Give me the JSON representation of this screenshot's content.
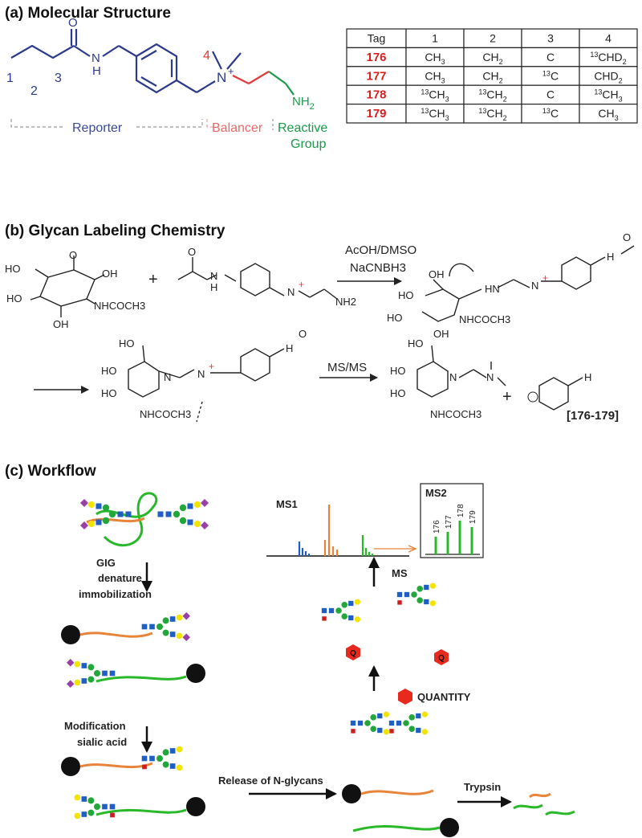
{
  "section_a": {
    "title": "(a) Molecular Structure",
    "atom_O": "O",
    "atom_N": "N",
    "atom_H": "H",
    "atom_Nplus": "N",
    "plus": "+",
    "atom_NH2": "NH",
    "sub2": "2",
    "num1": "1",
    "num2": "2",
    "num3": "3",
    "num4": "4",
    "label_reporter": "Reporter",
    "label_balancer": "Balancer",
    "label_reactive_1": "Reactive",
    "label_reactive_2": "Group",
    "colors": {
      "reporter": "#2c3a8c",
      "balancer": "#e03a3a",
      "reactive": "#1a9a4a"
    }
  },
  "table": {
    "headers": [
      "Tag",
      "1",
      "2",
      "3",
      "4"
    ],
    "rows": [
      {
        "tag": "176",
        "c1": "CH3",
        "c2": "CH2",
        "c3": "C",
        "c4": "13CHD2"
      },
      {
        "tag": "177",
        "c1": "CH3",
        "c2": "CH2",
        "c3": "13C",
        "c4": "CHD2"
      },
      {
        "tag": "178",
        "c1": "13CH3",
        "c2": "13CH2",
        "c3": "C",
        "c4": "13CH3"
      },
      {
        "tag": "179",
        "c1": "13CH3",
        "c2": "13CH2",
        "c3": "13C",
        "c4": "CH3"
      }
    ]
  },
  "section_b": {
    "title": "(b) Glycan Labeling Chemistry",
    "reagent_1": "AcOH/DMSO",
    "reagent_2": "NaCNBH3",
    "plus": "+",
    "HO": "HO",
    "OH": "OH",
    "NHCOCH3": "NHCOCH3",
    "NH2": "NH2",
    "HN": "HN",
    "N": "N",
    "H": "H",
    "O": "O",
    "msms": "MS/MS",
    "product_label": "[176-179]"
  },
  "section_c": {
    "title": "(c) Workflow",
    "step_gig_1": "GIG",
    "step_gig_2": "denature",
    "step_gig_3": "immobilization",
    "step_mod_1": "Modification",
    "step_mod_2": "sialic acid",
    "release": "Release of N-glycans",
    "trypsin": "Trypsin",
    "quantity": "QUANTITY",
    "ms": "MS",
    "ms1": "MS1",
    "ms2": "MS2",
    "q": "Q",
    "ms2_labels": [
      "176",
      "177",
      "178",
      "179"
    ],
    "colors": {
      "glcnac": "#1f5fc4",
      "mannose": "#22a83a",
      "galactose": "#f2e300",
      "sialic": "#9b3fa8",
      "fucose": "#d01c1c",
      "tag": "#e8291e",
      "peptide_orange": "#e8843a",
      "peptide_green": "#29b829",
      "bead": "#111111"
    }
  }
}
